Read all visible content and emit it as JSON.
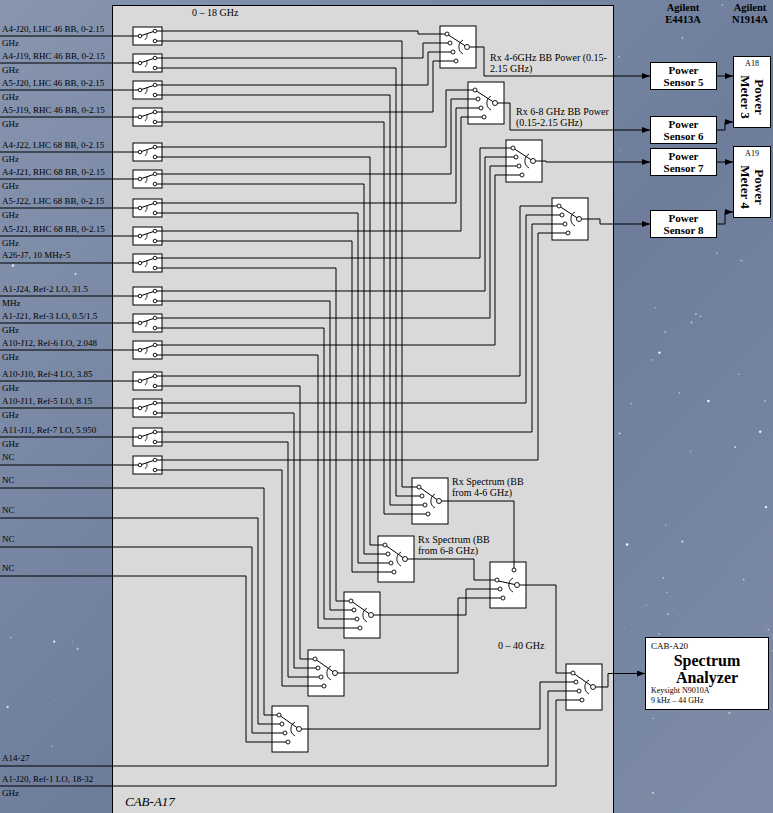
{
  "diagram": {
    "nodes": [
      {
        "text": [
          "CAB-A17"
        ]
      },
      {
        "text": [
          "Power Sensor 5"
        ]
      },
      {
        "text": [
          "A18",
          "Power Meter 3"
        ]
      },
      {
        "text": [
          "Power Sensor 6"
        ]
      },
      {
        "text": [
          "Power Sensor 7"
        ]
      },
      {
        "text": [
          "A19",
          "Power Meter 4"
        ]
      },
      {
        "text": [
          "Power Sensor 8"
        ]
      },
      {
        "text": [
          "CAB-A20",
          "Spectrum Analyzer",
          "Keysight N9010A 9 kHz – 44 GHz"
        ]
      }
    ],
    "edges": [
      {
        "from": 0,
        "to": 1,
        "arrow": "to"
      },
      {
        "from": 1,
        "to": 2,
        "arrow": "to"
      },
      {
        "from": 0,
        "to": 3,
        "arrow": "to"
      },
      {
        "from": 3,
        "to": 2,
        "arrow": "to"
      },
      {
        "from": 0,
        "to": 4,
        "arrow": "to"
      },
      {
        "from": 4,
        "to": 5,
        "arrow": "to"
      },
      {
        "from": 0,
        "to": 6,
        "arrow": "to"
      },
      {
        "from": 6,
        "to": 5,
        "arrow": "to"
      },
      {
        "from": 0,
        "to": 7,
        "arrow": "to"
      }
    ],
    "labels": [
      "Agilent E4413A",
      "Agilent N1914A",
      "0 – 18 GHz",
      "A4-J20, LHC 46 BB, 0-2.15 GHz",
      "A4-J19, RHC 46 BB, 0-2.15 GHz",
      "A5-J20, LHC 46 BB, 0-2.15 GHz",
      "A5-J19, RHC 46 BB, 0-2.15 GHz",
      "A4-J22, LHC 68 BB, 0-2.15 GHz",
      "A4-J21, RHC 68 BB, 0-2.15 GHz",
      "A5-J22, LHC 68 BB, 0-2.15 GHz",
      "A5-J21, RHC 68 BB, 0-2.15 GHz",
      "A26-J7, 10 MHz-5",
      "A1-J24, Ref-2 LO, 31.5 MHz",
      "A1-J21, Ref-3 LO, 0.5/1.5 GHz",
      "A10-J12, Ref-6 LO, 2.048 GHz",
      "A10-J10, Ref-4 LO, 3.85 GHz",
      "A10-J11, Ref-5 LO, 8.15 GHz",
      "A11-J11, Ref-7 LO, 5.950 GHz",
      "NC",
      "NC",
      "NC",
      "NC",
      "NC",
      "Rx 4-6GHz BB Power (0.15-2.15 GHz)",
      "Rx 6-8 GHz BB Power (0.15-2.15 GHz)",
      "Rx Spectrum (BB from 4-6 GHz)",
      "Rx Spectrum (BB from 6-8 GHz)",
      "0 – 40 GHz",
      "A14-27",
      "A1-J20, Ref-1 LO, 18-32 GHz"
    ]
  }
}
